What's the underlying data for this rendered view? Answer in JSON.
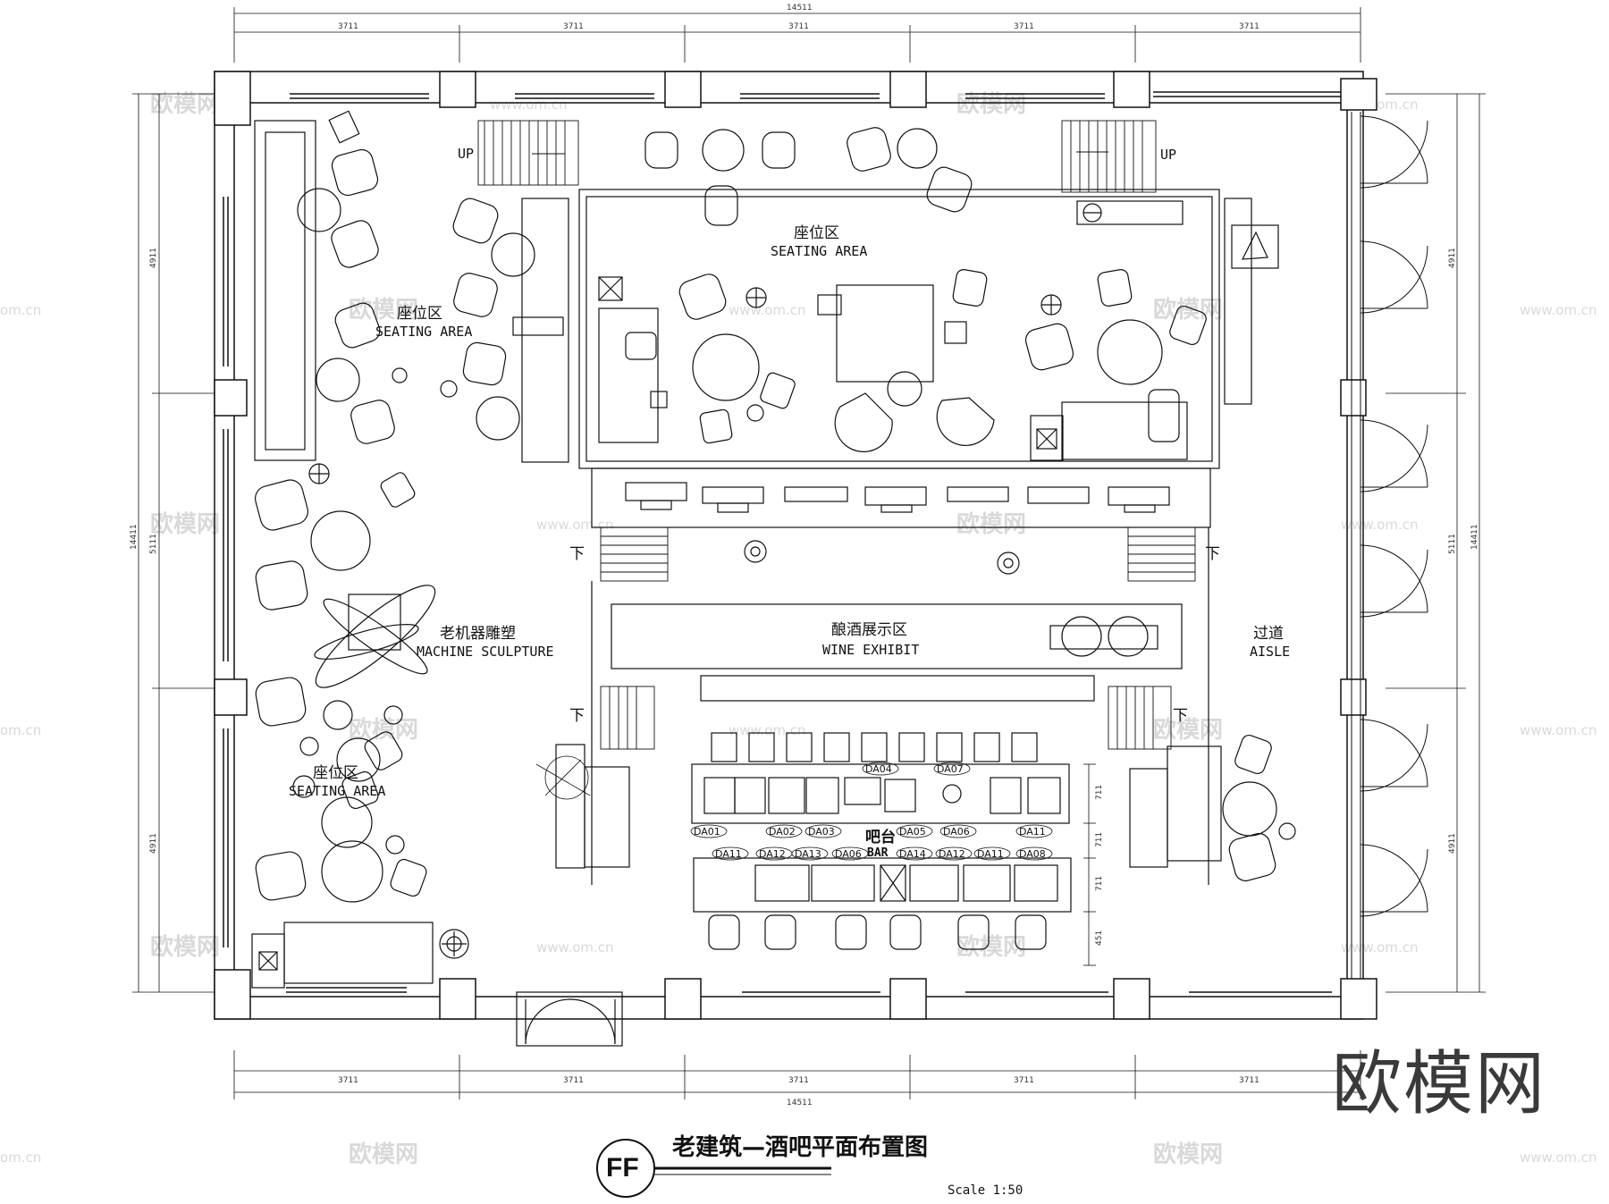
{
  "drawing": {
    "title": "老建筑—酒吧平面布置图",
    "badge": "FF",
    "scale": "Scale 1:50"
  },
  "labels": {
    "seating_left_top_cn": "座位区",
    "seating_left_top_en": "SEATING AREA",
    "seating_center_cn": "座位区",
    "seating_center_en": "SEATING AREA",
    "seating_left_bottom_cn": "座位区",
    "seating_left_bottom_en": "SEATING AREA",
    "sculpture_cn": "老机器雕塑",
    "sculpture_en": "MACHINE SCULPTURE",
    "wine_cn": "酿酒展示区",
    "wine_en": "WINE EXHIBIT",
    "aisle_cn": "过道",
    "aisle_en": "AISLE",
    "bar_cn": "吧台",
    "bar_en": "BAR",
    "up": "UP",
    "down": "下"
  },
  "bar_tags_top": [
    "DA04",
    "DA07"
  ],
  "bar_tags_mid": [
    "DA01",
    "DA02",
    "DA03",
    "DA05",
    "DA06",
    "DA11"
  ],
  "bar_tags_low": [
    "DA11",
    "DA12",
    "DA13",
    "DA06",
    "DA14",
    "DA12",
    "DA11",
    "DA08"
  ],
  "dimensions": {
    "top_total": "14511",
    "top_bays": [
      "3711",
      "3711",
      "3711",
      "3711"
    ],
    "bottom_total": "14511",
    "bottom_bays": [
      "3711",
      "3711",
      "3711",
      "3711",
      "3711"
    ],
    "side_total": "14411",
    "side_bays": [
      "4911",
      "5111",
      "4911"
    ],
    "bar_dims": [
      "711",
      "711",
      "711",
      "451"
    ]
  },
  "watermarks": {
    "brand": "欧模网",
    "url": "www.om.cn",
    "url_short": "om.cn"
  }
}
